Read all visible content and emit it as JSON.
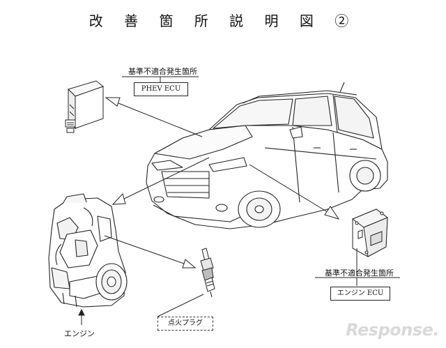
{
  "title": "改 善 箇 所 説 明 図 ②",
  "callouts": {
    "top_left": {
      "header": "基準不適合発生箇所",
      "box": "PHEV ECU"
    },
    "bottom_right": {
      "header": "基準不適合発生箇所",
      "box": "エンジン ECU"
    },
    "spark_plug": "点火プラグ",
    "engine": "エンジン"
  },
  "watermark": "Response."
}
